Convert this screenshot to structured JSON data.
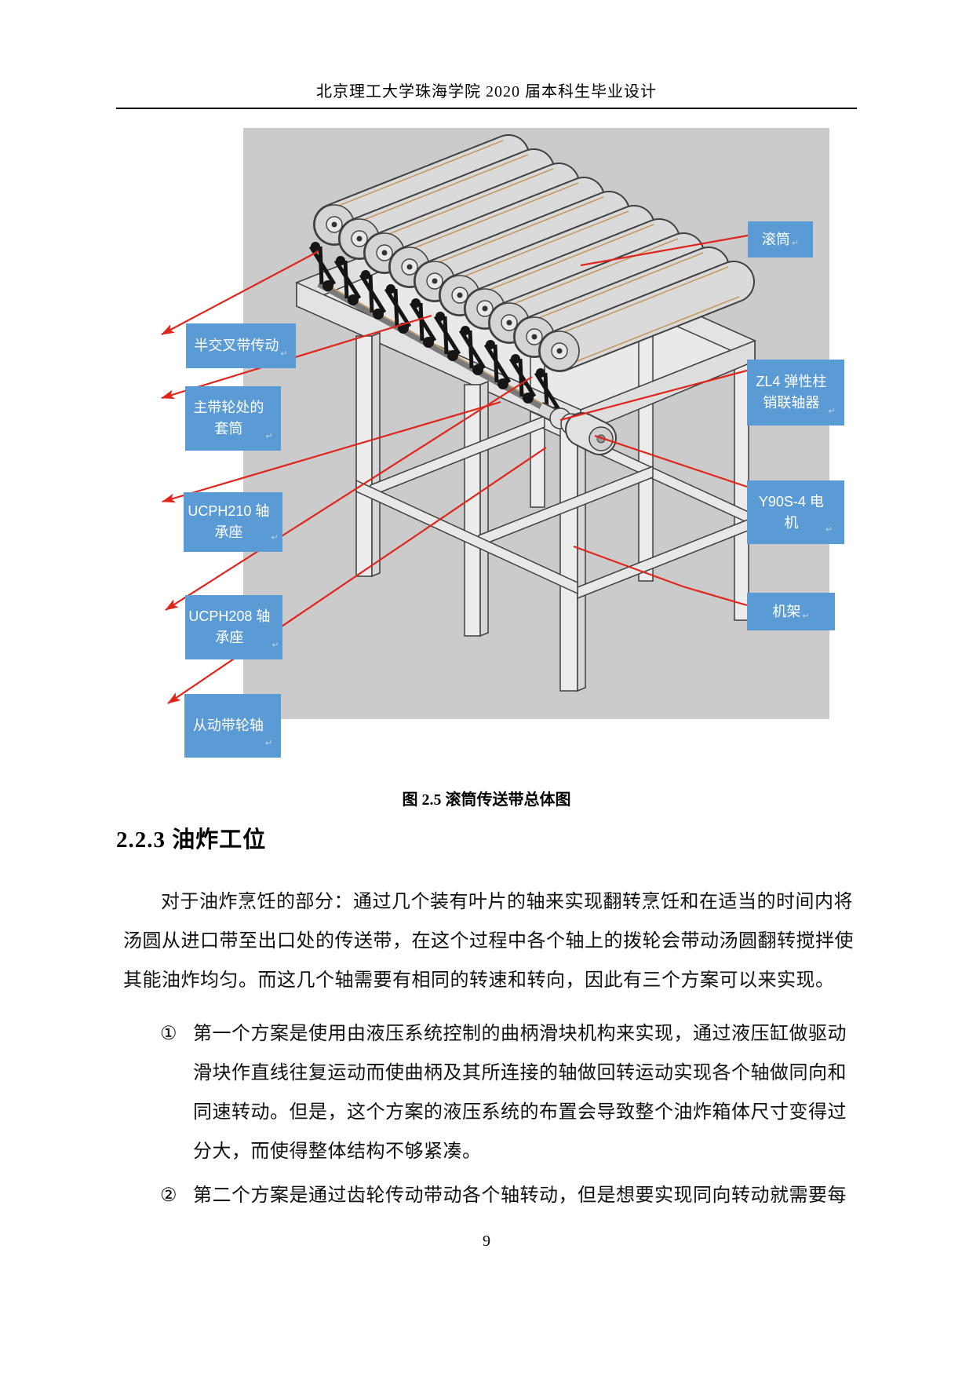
{
  "page": {
    "header": "北京理工大学珠海学院 2020 届本科生毕业设计",
    "page_number": "9"
  },
  "figure": {
    "caption": "图 2.5 滚筒传送带总体图",
    "return_mark": "↵",
    "colors": {
      "label_blue": "#5b9bd5",
      "leader_red": "#e0251c",
      "background_gray": "#cbcbcb"
    },
    "labels": [
      {
        "name": "half-crossed-belt-drive",
        "text": "半交叉带传动"
      },
      {
        "name": "main-pulley-sleeve",
        "text": "主带轮处的\n套筒"
      },
      {
        "name": "ucph210-bearing-seat",
        "text": "UCPH210 轴\n承座"
      },
      {
        "name": "ucph208-bearing-seat",
        "text": "UCPH208 轴\n承座"
      },
      {
        "name": "driven-pulley-shaft",
        "text": "从动带轮轴"
      },
      {
        "name": "roller-drum",
        "text": "滚筒"
      },
      {
        "name": "zl4-elastic-pin-coupling",
        "text": "ZL4 弹性柱\n销联轴器"
      },
      {
        "name": "y90s-4-motor",
        "text": "Y90S-4 电\n机"
      },
      {
        "name": "machine-frame",
        "text": "机架"
      }
    ]
  },
  "section": {
    "title": "2.2.3 油炸工位",
    "paragraph": "对于油炸烹饪的部分：通过几个装有叶片的轴来实现翻转烹饪和在适当的时间内将\n汤圆从进口带至出口处的传送带，在这个过程中各个轴上的拨轮会带动汤圆翻转搅拌使\n其能油炸均匀。而这几个轴需要有相同的转速和转向，因此有三个方案可以来实现。",
    "items": [
      {
        "marker": "①",
        "text": "第一个方案是使用由液压系统控制的曲柄滑块机构来实现，通过液压缸做驱动\n滑块作直线往复运动而使曲柄及其所连接的轴做回转运动实现各个轴做同向和\n同速转动。但是，这个方案的液压系统的布置会导致整个油炸箱体尺寸变得过\n分大，而使得整体结构不够紧凑。"
      },
      {
        "marker": "②",
        "text": "第二个方案是通过齿轮传动带动各个轴转动，但是想要实现同向转动就需要每"
      }
    ]
  }
}
